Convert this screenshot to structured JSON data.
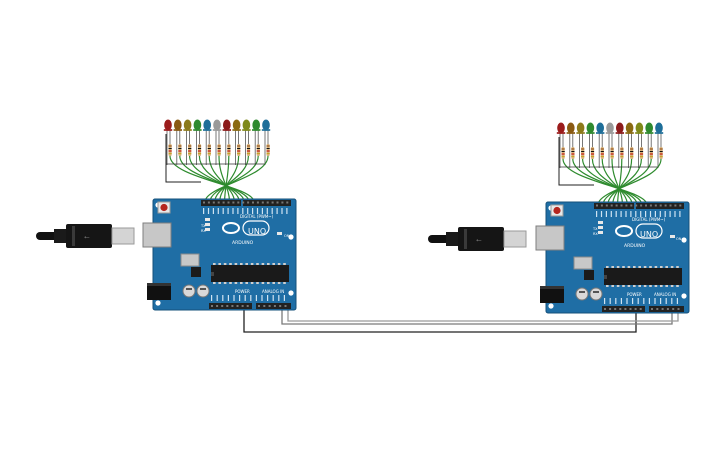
{
  "circuit": {
    "led_colors": [
      "#9b1c1c",
      "#8a5a12",
      "#8c7a1a",
      "#2f8a2f",
      "#1e6e99",
      "#9a9a9a",
      "#8c1b1b",
      "#8a6a12",
      "#7f8a1a",
      "#2f8a2f",
      "#1e6e99"
    ],
    "wire_color": "#2e8b2e",
    "board_color": "#1f6ea5",
    "link_wire_colors": [
      "#222222",
      "#7a7a7a",
      "#9a9a9a"
    ],
    "boards": [
      {
        "id": "left",
        "brand": "ARDUINO",
        "model": "UNO",
        "digital_label": "DIGITAL (PWM~)",
        "power_label": "POWER",
        "analog_label": "ANALOG IN",
        "tx_label": "TX",
        "rx_label": "RX",
        "on_label": "ON"
      },
      {
        "id": "right",
        "brand": "ARDUINO",
        "model": "UNO",
        "digital_label": "DIGITAL (PWM~)",
        "power_label": "POWER",
        "analog_label": "ANALOG IN",
        "tx_label": "TX",
        "rx_label": "RX",
        "on_label": "ON"
      }
    ]
  }
}
